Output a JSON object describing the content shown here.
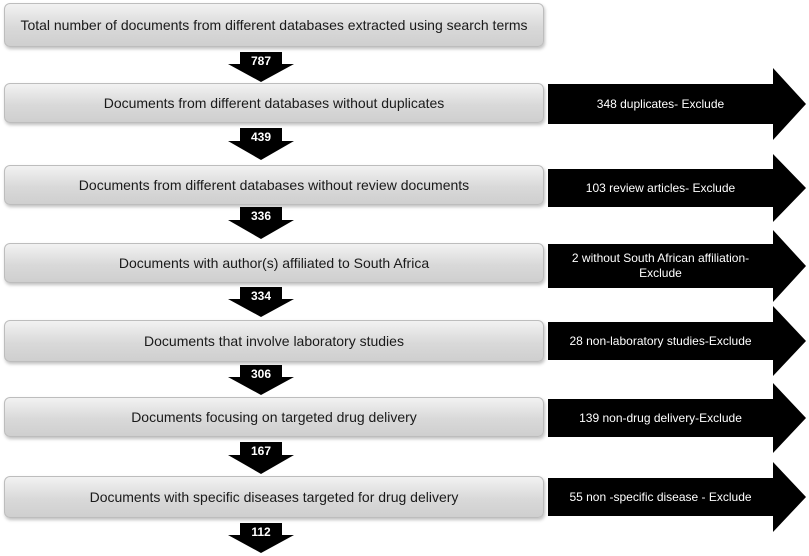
{
  "stages": [
    {
      "label": "Total number of documents from different databases extracted using search terms"
    },
    {
      "label": "Documents from different databases without duplicates"
    },
    {
      "label": "Documents from different databases without review documents"
    },
    {
      "label": "Documents with author(s) affiliated to South Africa"
    },
    {
      "label": "Documents that involve laboratory studies"
    },
    {
      "label": "Documents focusing on targeted drug delivery"
    },
    {
      "label": "Documents with specific diseases targeted for drug delivery"
    }
  ],
  "counts": [
    "787",
    "439",
    "336",
    "334",
    "306",
    "167",
    "112"
  ],
  "exclusions": [
    {
      "label": "348 duplicates- Exclude"
    },
    {
      "label": "103 review articles- Exclude"
    },
    {
      "label": "2 without South African affiliation- Exclude"
    },
    {
      "label": "28 non-laboratory studies-Exclude"
    },
    {
      "label": "139 non-drug delivery-Exclude"
    },
    {
      "label": "55 non -specific disease - Exclude"
    }
  ],
  "colors": {
    "box_fill": "#d9d9d9",
    "arrow_fill": "#000000",
    "arrow_text": "#ffffff"
  }
}
